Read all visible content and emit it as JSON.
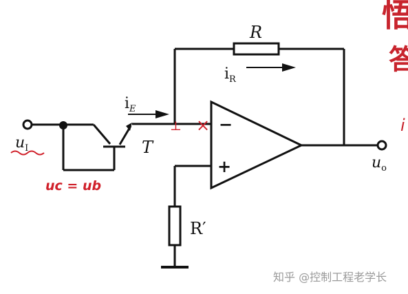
{
  "labels": {
    "resistor_R": "R",
    "current_iR_main": "i",
    "current_iR_sub": "R",
    "current_iE_main": "i",
    "current_iE_sub": "E",
    "transistor_T": "T",
    "input_u_main": "u",
    "input_u_sub": "I",
    "output_u_main": "u",
    "output_u_sub": "o",
    "resistor_Rprime": "R′",
    "opamp_minus": "−",
    "opamp_plus": "+"
  },
  "annotations": {
    "handwritten_note": "uc = ub",
    "virtual_ground_mark": "⊥",
    "cross_mark": "×"
  },
  "watermark": {
    "text": "知乎 @控制工程老学长",
    "corner_fragment_1": "悟",
    "corner_fragment_2": "答",
    "side_fragment": "i"
  },
  "colors": {
    "ink": "#111111",
    "annotation": "#d0202a",
    "watermark": "#9a9a9a"
  }
}
